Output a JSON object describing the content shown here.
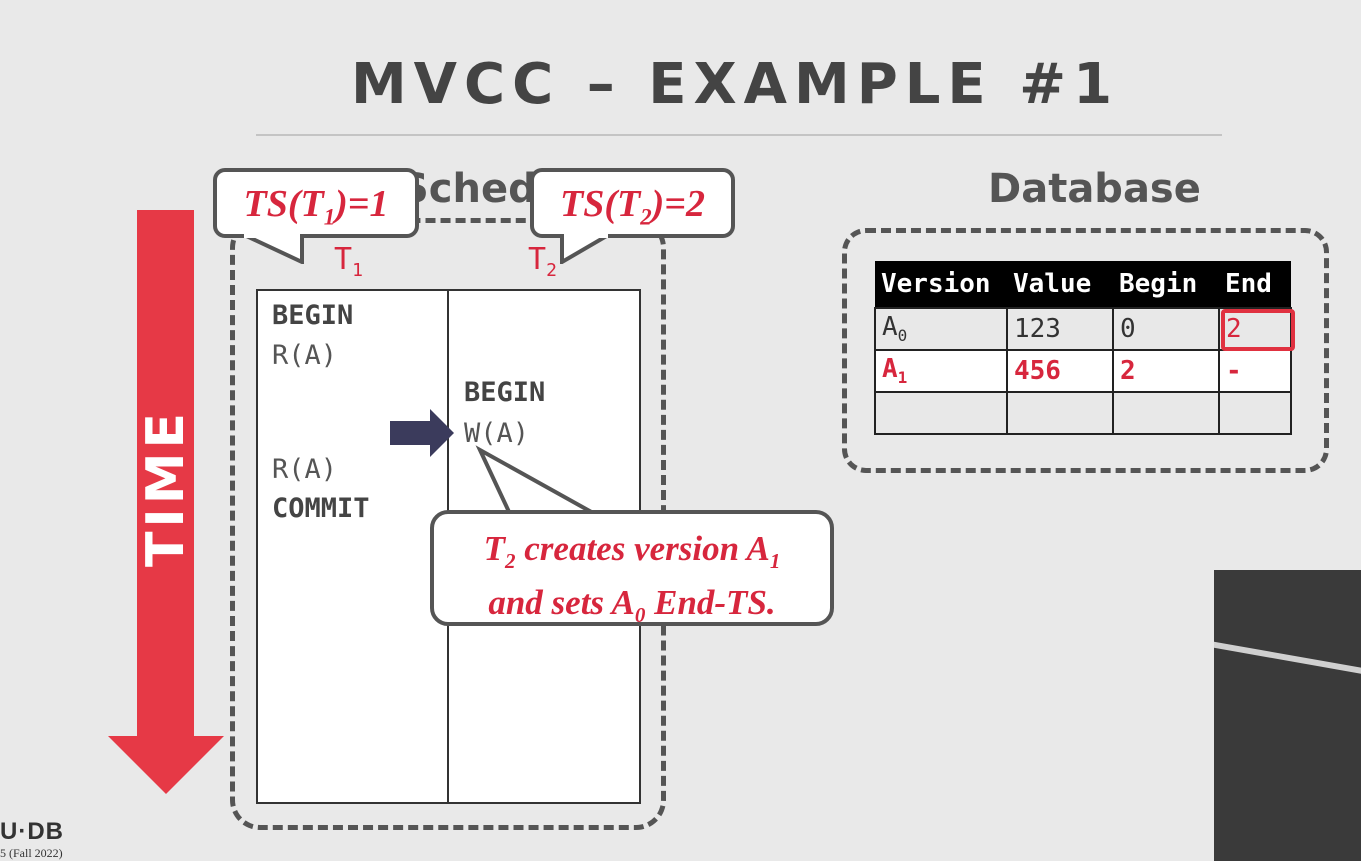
{
  "slide": {
    "title": "MVCC – EXAMPLE #1",
    "time_label": "TIME",
    "schedule_heading": "Schedule",
    "database_heading": "Database",
    "footer_logo": "U·DB",
    "footer_course": "5 (Fall 2022)"
  },
  "schedule": {
    "t1_label": "T",
    "t1_sub": "1",
    "t2_label": "T",
    "t2_sub": "2",
    "t1_ops": [
      "BEGIN",
      "R(A)",
      "R(A)",
      "COMMIT"
    ],
    "t2_ops": [
      "BEGIN",
      "W(A)"
    ]
  },
  "bubbles": {
    "ts1": {
      "pre": "TS(T",
      "sub": "1",
      "post": ")=1"
    },
    "ts2": {
      "pre": "TS(T",
      "sub": "2",
      "post": ")=2"
    },
    "note_line1_pre": "T",
    "note_line1_sub": "2",
    "note_line1_mid": " creates version A",
    "note_line1_sub2": "1",
    "note_line2_pre": "and sets A",
    "note_line2_sub": "0",
    "note_line2_post": " End-TS."
  },
  "database": {
    "headers": [
      "Version",
      "Value",
      "Begin",
      "End"
    ],
    "rows": [
      {
        "version": "A",
        "version_sub": "0",
        "value": "123",
        "begin": "0",
        "end": "2"
      },
      {
        "version": "A",
        "version_sub": "1",
        "value": "456",
        "begin": "2",
        "end": "-"
      },
      {
        "version": "",
        "version_sub": "",
        "value": "",
        "begin": "",
        "end": ""
      }
    ]
  },
  "colors": {
    "accent_red": "#e63946",
    "text_red": "#d7263d",
    "arrow_navy": "#3b3b5c"
  }
}
